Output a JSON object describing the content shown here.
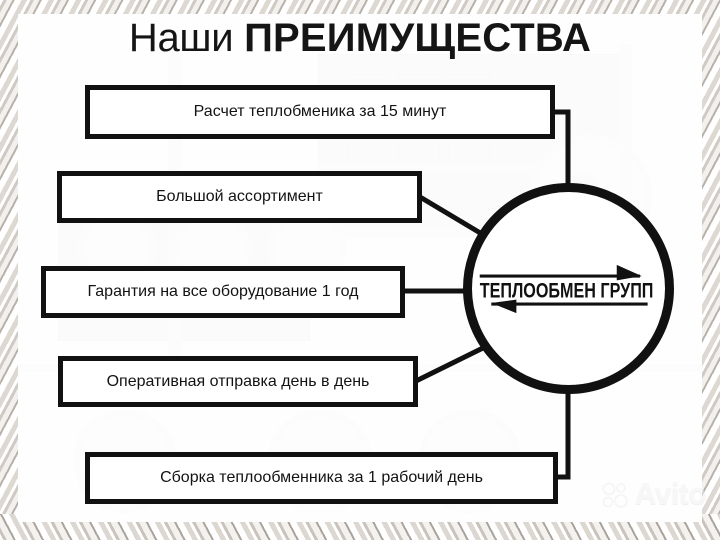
{
  "title": {
    "light_part": "Наши",
    "bold_part": "ПРЕИМУЩЕСТВА"
  },
  "advantages": [
    {
      "id": "calc-time",
      "label": "Расчет теплобменика за 15 минут"
    },
    {
      "id": "assortment",
      "label": "Большой ассортимент"
    },
    {
      "id": "warranty",
      "label": "Гарантия на все оборудование 1 год"
    },
    {
      "id": "shipping",
      "label": "Оперативная отправка день в день"
    },
    {
      "id": "assembly-time",
      "label": "Сборка теплообменника за 1 рабочий день"
    }
  ],
  "logo": {
    "company_name": "ТЕПЛООБМЕН ГРУПП",
    "top_arrow": "arrow-right-icon",
    "bottom_arrow": "arrow-left-icon"
  },
  "watermark": {
    "label": "Avito",
    "icon": "avito-logo-icon"
  },
  "colors": {
    "ink": "#111111",
    "paper": "#ffffff",
    "title": "#151515",
    "watermark": "#f2f2f2"
  }
}
